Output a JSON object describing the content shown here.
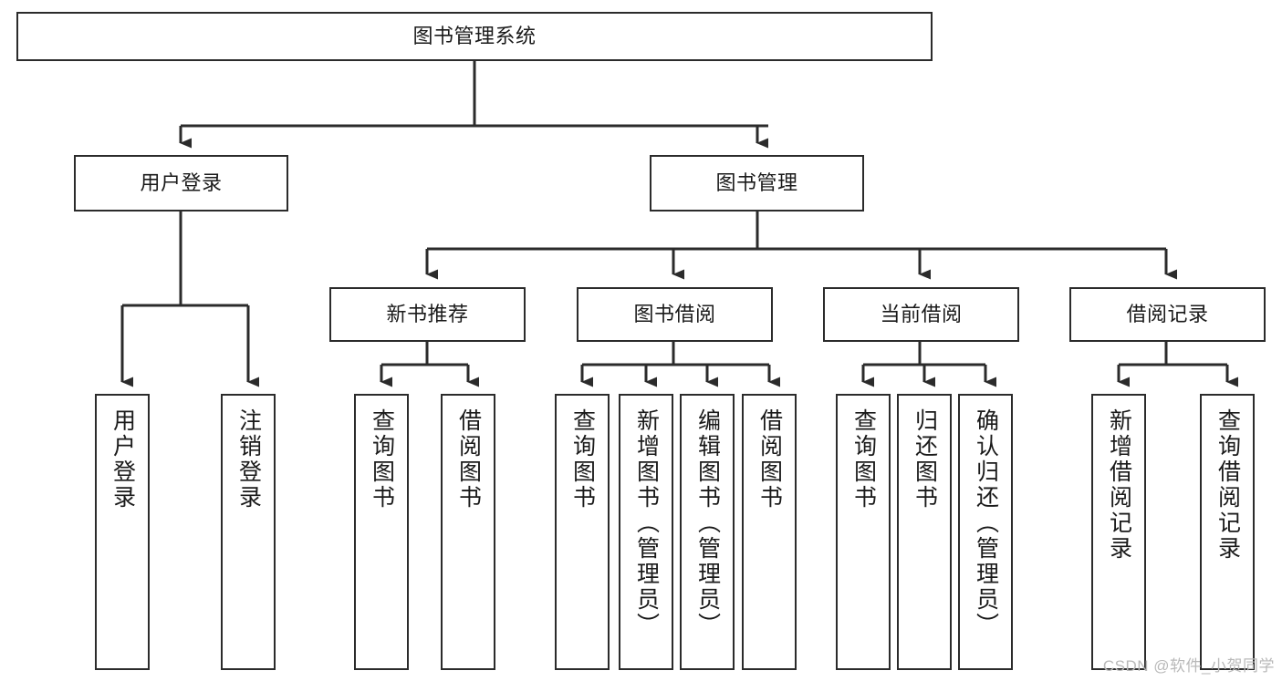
{
  "diagram": {
    "title": "图书管理系统",
    "type": "hierarchy-tree",
    "watermark": "CSDN @软件_小贺同学",
    "colors": {
      "box_border": "#2b2b2b",
      "box_fill": "#ffffff",
      "edge": "#2b2b2b",
      "text": "#1a1a1a",
      "watermark": "#b9b9b9",
      "background": "#ffffff"
    },
    "levels": [
      {
        "level": 1,
        "nodes": [
          {
            "id": "root",
            "label": "图书管理系统",
            "orientation": "horizontal"
          }
        ]
      },
      {
        "level": 2,
        "nodes": [
          {
            "id": "login",
            "label": "用户登录",
            "orientation": "horizontal",
            "parent": "root"
          },
          {
            "id": "bookmgmt",
            "label": "图书管理",
            "orientation": "horizontal",
            "parent": "root"
          }
        ]
      },
      {
        "level": 3,
        "nodes": [
          {
            "id": "newbook",
            "label": "新书推荐",
            "orientation": "horizontal",
            "parent": "bookmgmt"
          },
          {
            "id": "borrow",
            "label": "图书借阅",
            "orientation": "horizontal",
            "parent": "bookmgmt"
          },
          {
            "id": "current",
            "label": "当前借阅",
            "orientation": "horizontal",
            "parent": "bookmgmt"
          },
          {
            "id": "records",
            "label": "借阅记录",
            "orientation": "horizontal",
            "parent": "bookmgmt"
          }
        ]
      },
      {
        "level": 4,
        "nodes": [
          {
            "id": "leaf1",
            "label": "用户登录",
            "orientation": "vertical",
            "parent": "login"
          },
          {
            "id": "leaf2",
            "label": "注销登录",
            "orientation": "vertical",
            "parent": "login"
          },
          {
            "id": "leaf3",
            "label": "查询图书",
            "orientation": "vertical",
            "parent": "newbook"
          },
          {
            "id": "leaf4",
            "label": "借阅图书",
            "orientation": "vertical",
            "parent": "newbook"
          },
          {
            "id": "leaf5",
            "label": "查询图书",
            "orientation": "vertical",
            "parent": "borrow"
          },
          {
            "id": "leaf6",
            "label": "新增图书（管理员）",
            "orientation": "vertical",
            "parent": "borrow"
          },
          {
            "id": "leaf7",
            "label": "编辑图书（管理员）",
            "orientation": "vertical",
            "parent": "borrow"
          },
          {
            "id": "leaf8",
            "label": "借阅图书",
            "orientation": "vertical",
            "parent": "borrow"
          },
          {
            "id": "leaf9",
            "label": "查询图书",
            "orientation": "vertical",
            "parent": "current"
          },
          {
            "id": "leaf10",
            "label": "归还图书",
            "orientation": "vertical",
            "parent": "current"
          },
          {
            "id": "leaf11",
            "label": "确认归还（管理员）",
            "orientation": "vertical",
            "parent": "current"
          },
          {
            "id": "leaf12",
            "label": "新增借阅记录",
            "orientation": "vertical",
            "parent": "records"
          },
          {
            "id": "leaf13",
            "label": "查询借阅记录",
            "orientation": "vertical",
            "parent": "records"
          }
        ]
      }
    ]
  }
}
